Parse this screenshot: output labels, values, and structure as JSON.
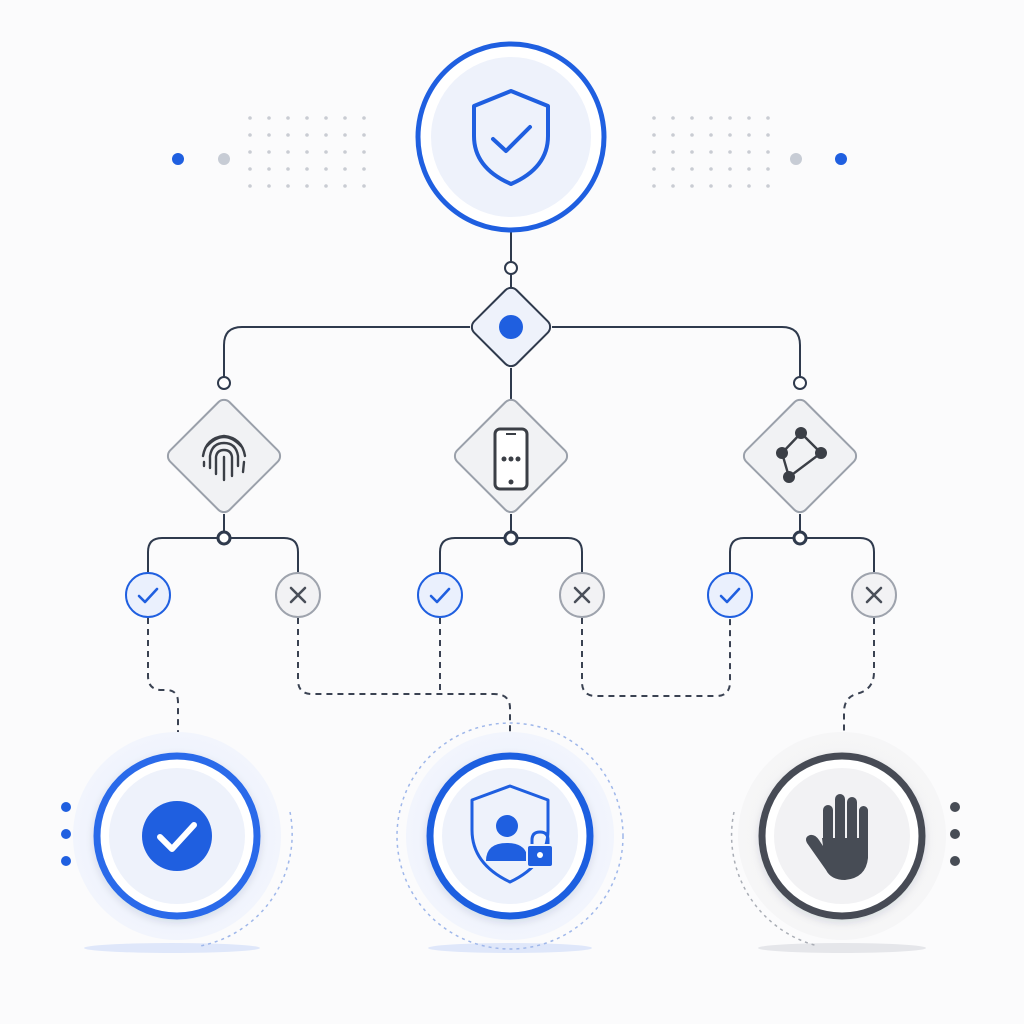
{
  "diagram": {
    "root": {
      "icon": "shield-check-icon"
    },
    "decision": {
      "icon": "decision-dot-icon"
    },
    "methods": [
      {
        "key": "fingerprint",
        "icon": "fingerprint-icon"
      },
      {
        "key": "phone-code",
        "icon": "smartphone-code-icon"
      },
      {
        "key": "pattern",
        "icon": "pattern-icon"
      }
    ],
    "outcome_icons": {
      "pass": "check-icon",
      "fail": "x-icon"
    },
    "results": [
      {
        "key": "granted",
        "icon": "check-circle-icon"
      },
      {
        "key": "step-up",
        "icon": "shield-user-lock-icon"
      },
      {
        "key": "denied",
        "icon": "stop-hand-icon"
      }
    ],
    "colors": {
      "accent": "#1f5fe0",
      "accent_light": "#eaf0fd",
      "line": "#2f3a4d",
      "dashed": "#3a4252",
      "neutral": "#4a4f59",
      "neutral_light": "#f2f2f4",
      "node_fill": "#f1f2f4",
      "node_stroke": "#9aa0aa",
      "dot_grid": "#c9ccd3",
      "fail_gray": "#9ea3ad"
    }
  }
}
